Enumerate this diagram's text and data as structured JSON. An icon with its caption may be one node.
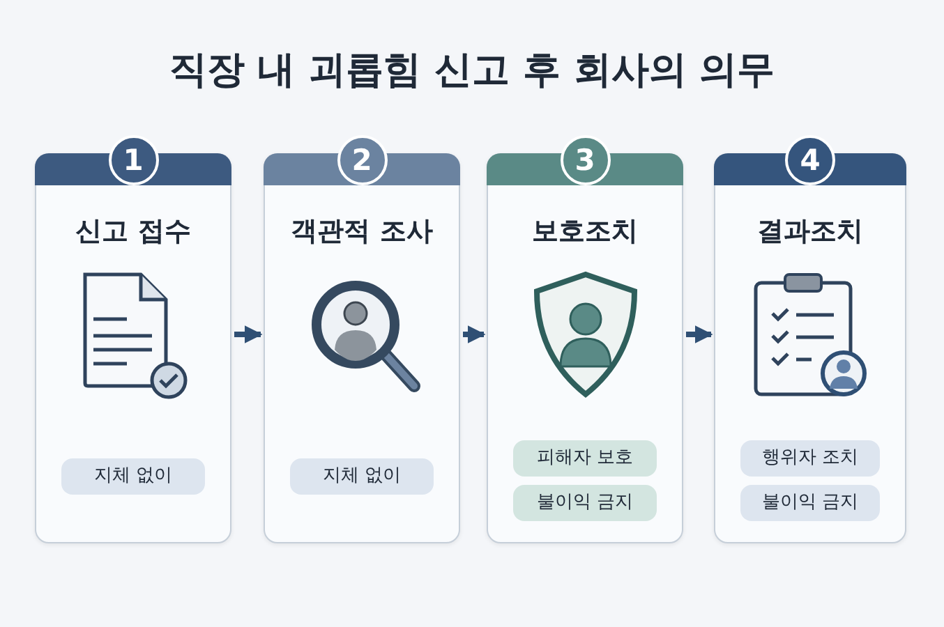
{
  "diagram": {
    "title": "직장 내 괴롭힘 신고 후 회사의 의무",
    "nodes": [
      {
        "text": [
          "1",
          "신고 접수"
        ]
      },
      {
        "text": [
          "지체 없이"
        ],
        "in": 0
      },
      {
        "text": [
          "2",
          "객관적 조사"
        ]
      },
      {
        "text": [
          "지체 없이"
        ],
        "in": 2
      },
      {
        "text": [
          "3",
          "보호조치"
        ]
      },
      {
        "text": [
          "피해자 보호"
        ],
        "in": 4
      },
      {
        "text": [
          "불이익 금지"
        ],
        "in": 4
      },
      {
        "text": [
          "4",
          "결과조치"
        ]
      },
      {
        "text": [
          "행위자 조치"
        ],
        "in": 7
      },
      {
        "text": [
          "불이익 금지"
        ],
        "in": 7
      }
    ],
    "edges": [
      {
        "from": 0,
        "to": 2,
        "arrow": "to"
      },
      {
        "from": 2,
        "to": 4,
        "arrow": "to"
      },
      {
        "from": 4,
        "to": 7,
        "arrow": "to"
      }
    ]
  }
}
